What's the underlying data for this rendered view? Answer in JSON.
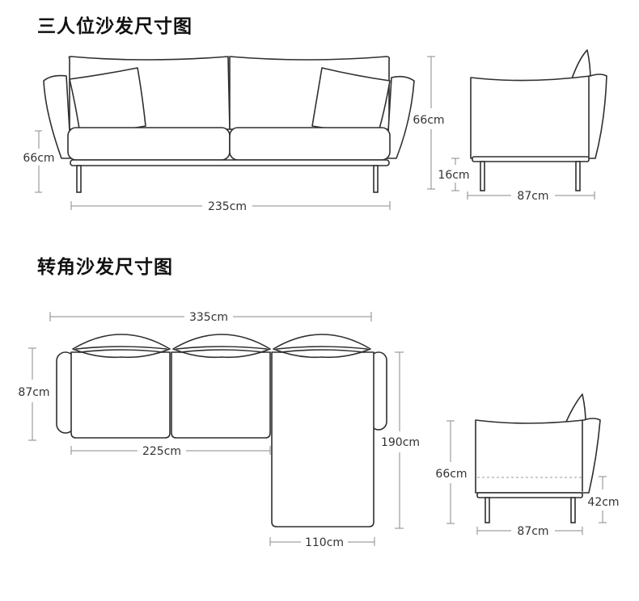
{
  "sections": {
    "three_seat": {
      "title": "三人位沙发尺寸图",
      "front_height": "66cm",
      "front_width": "235cm",
      "side_height": "66cm",
      "side_leg_height": "16cm",
      "side_depth": "87cm"
    },
    "corner": {
      "title": "转角沙发尺寸图",
      "total_width": "335cm",
      "depth": "87cm",
      "seat_width": "225cm",
      "chaise_length": "190cm",
      "chaise_width": "110cm",
      "side_height": "66cm",
      "side_seat_height": "42cm",
      "side_depth": "87cm"
    }
  },
  "colors": {
    "outline": "#2f2f2f",
    "dimension": "#8a8a8a",
    "title": "#111111"
  }
}
